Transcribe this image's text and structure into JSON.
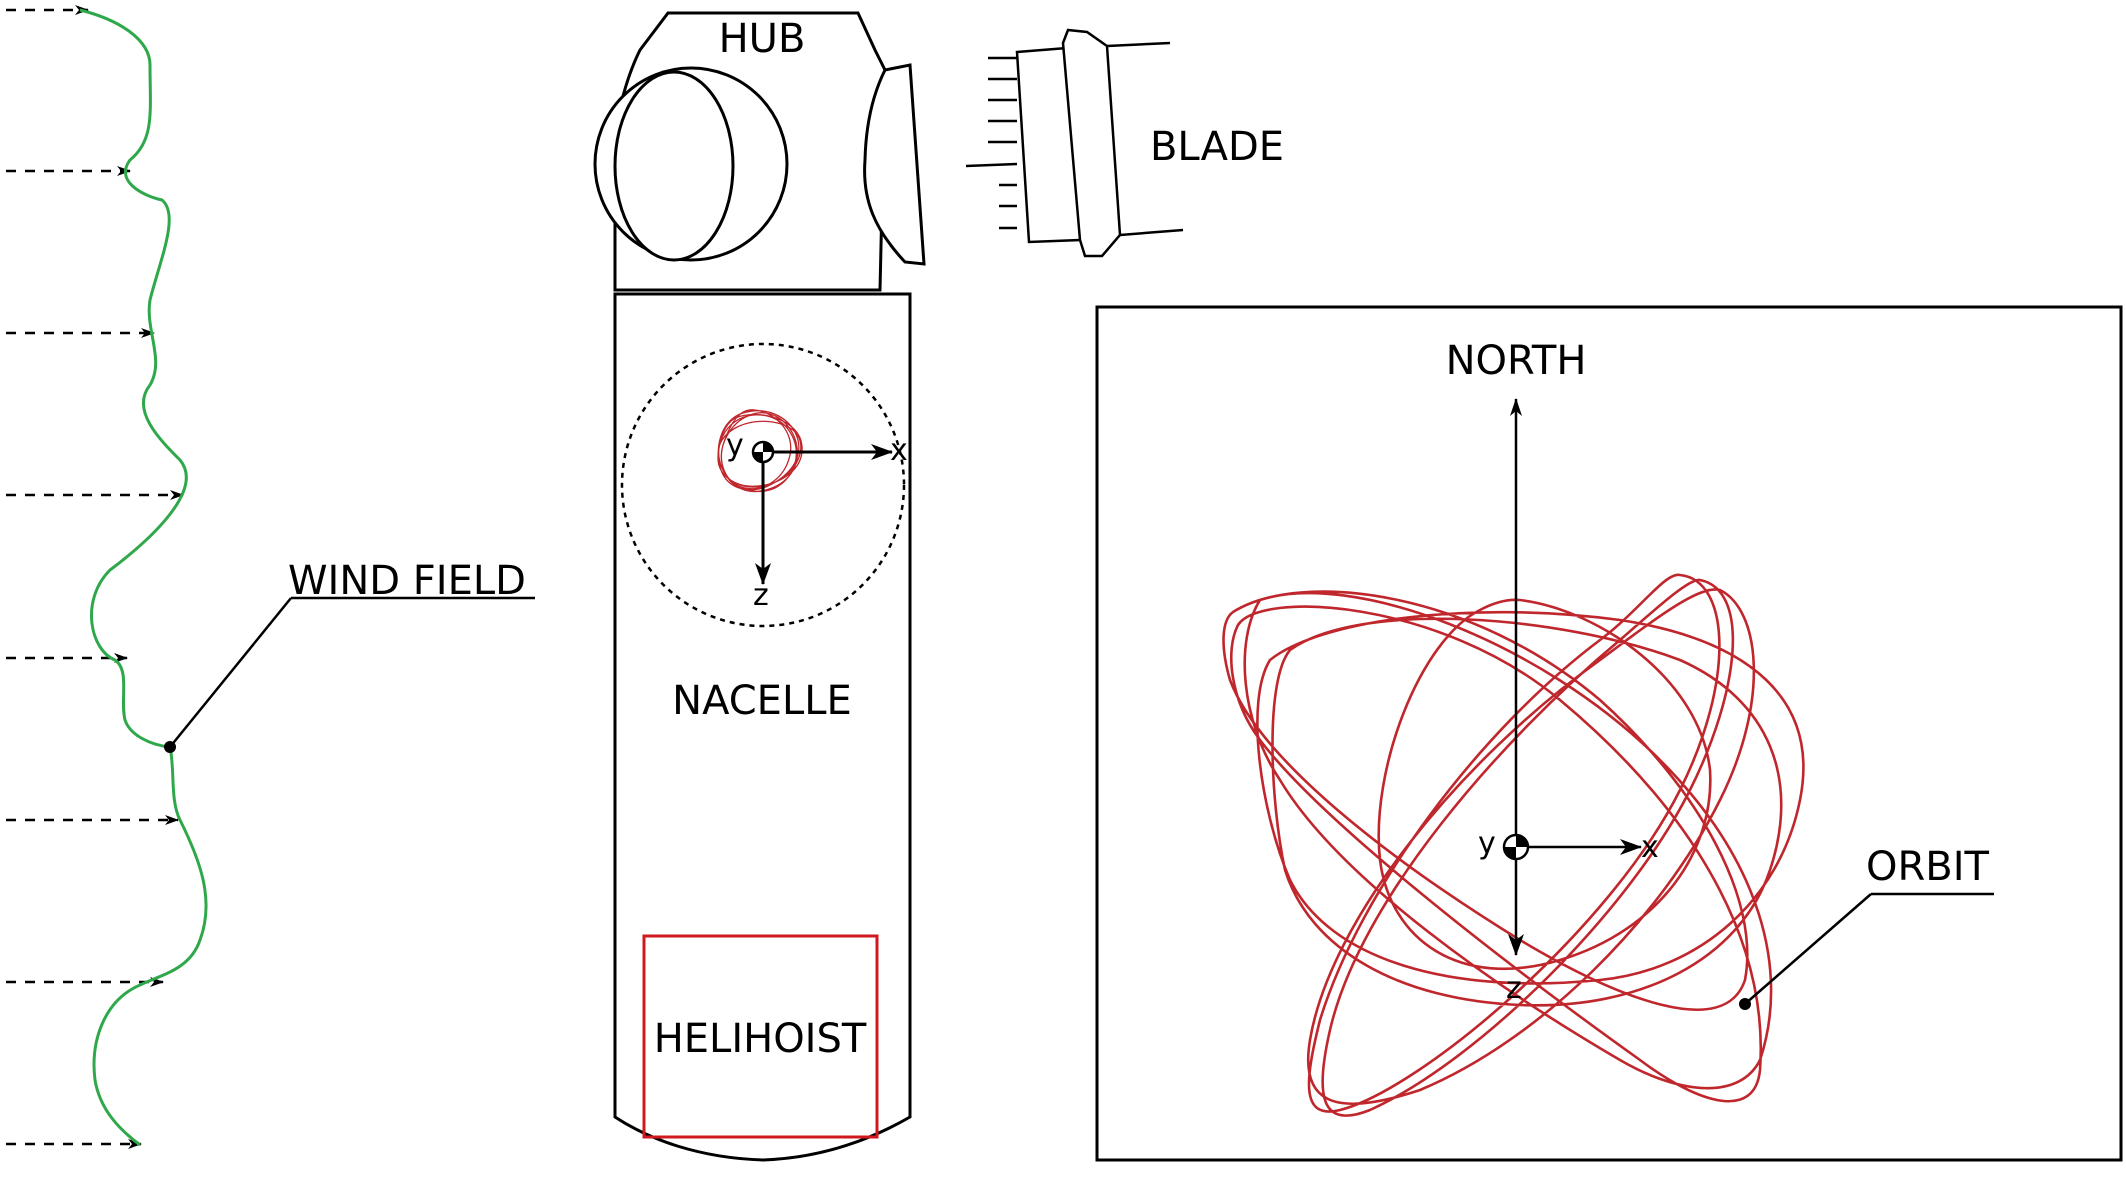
{
  "labels": {
    "hub": "HUB",
    "blade": "BLADE",
    "nacelle": "NACELLE",
    "helihoist": "HELIHOIST",
    "wind_field": "WIND FIELD",
    "north": "NORTH",
    "orbit": "ORBIT"
  },
  "axes": {
    "x": "x",
    "y": "y",
    "z": "z"
  },
  "colors": {
    "wind_profile": "#2ea84a",
    "orbit": "#c0272d",
    "helihoist_box": "#d0191f",
    "lines": "#000000"
  },
  "icons": {
    "reference_origin": "center-of-mass-icon"
  },
  "wind_field": {
    "arrow_count": 8
  }
}
